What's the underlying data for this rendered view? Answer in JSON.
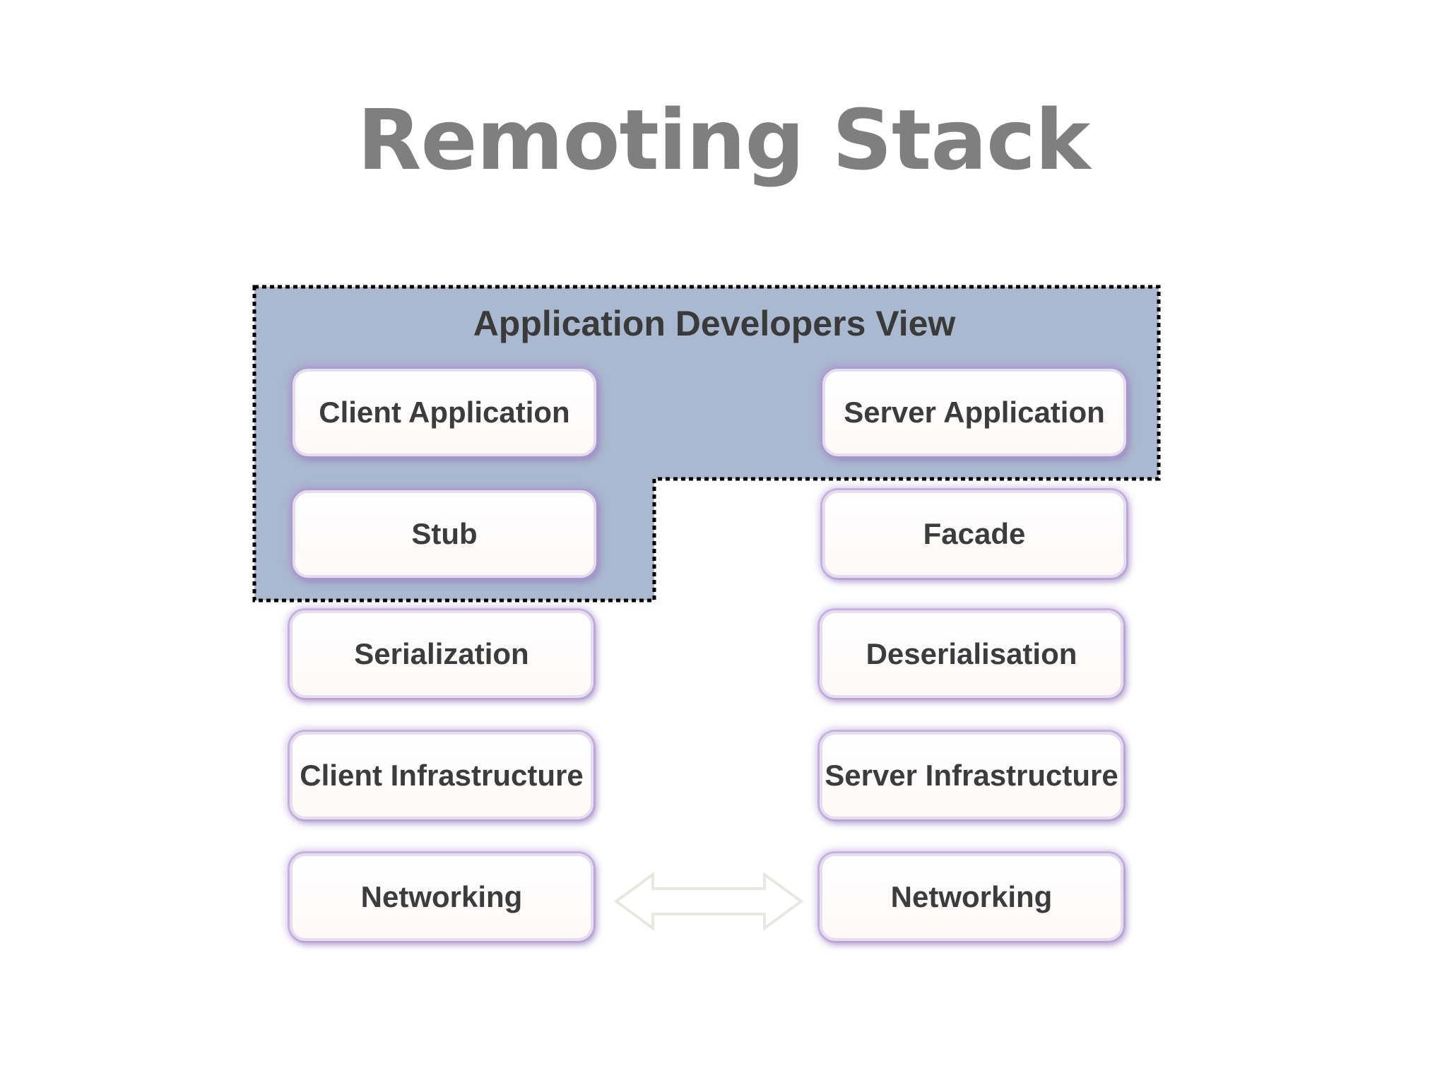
{
  "title": "Remoting Stack",
  "region": {
    "label": "Application Developers View",
    "fill_color": "#aab9cf",
    "border_color": "#000000"
  },
  "client": {
    "boxes": [
      "Client Application",
      "Stub",
      "Serialization",
      "Client Infrastructure",
      "Networking"
    ]
  },
  "server": {
    "boxes": [
      "Server Application",
      "Facade",
      "Deserialisation",
      "Server Infrastructure",
      "Networking"
    ]
  },
  "connector": {
    "type": "double-headed-arrow",
    "between": [
      "Networking",
      "Networking"
    ]
  },
  "colors": {
    "title": "#7f7f7f",
    "box_text": "#3c3c3c",
    "box_glow": "#b096d6"
  }
}
